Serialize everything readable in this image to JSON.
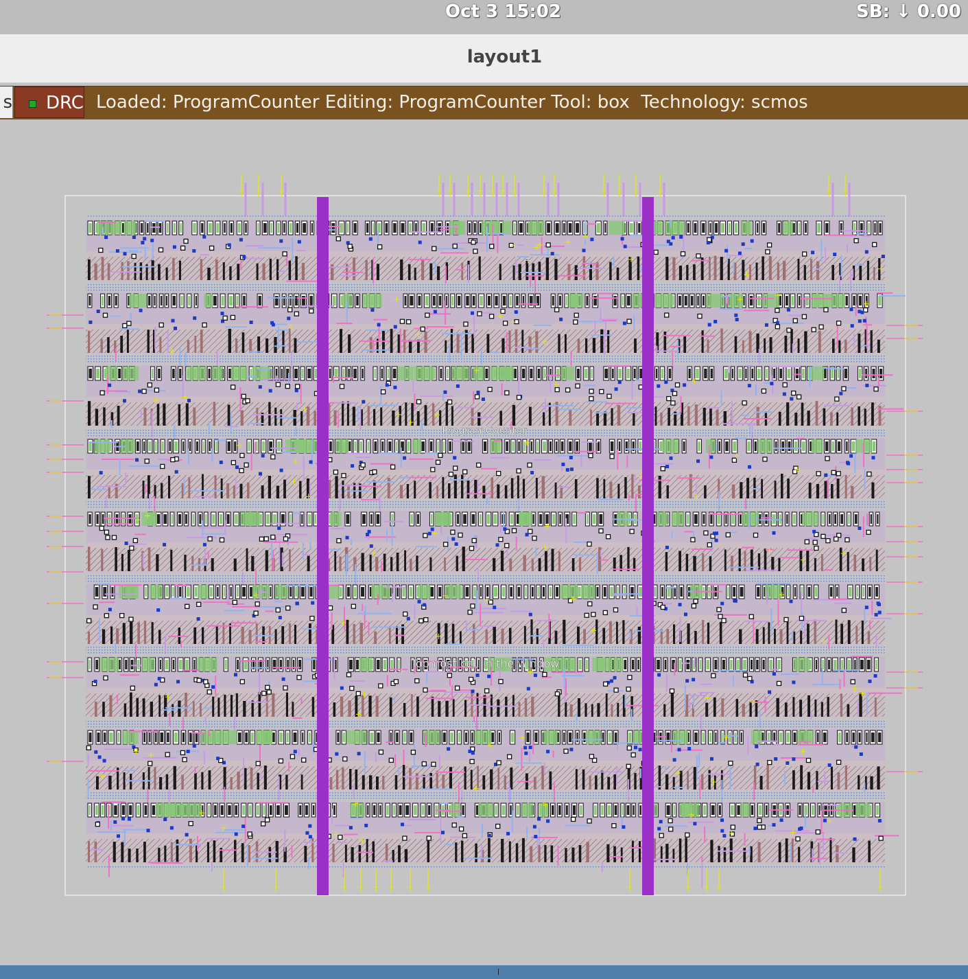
{
  "system_bar": {
    "clock": "Oct 3  15:02",
    "indicator": "SB: ↓ 0.00"
  },
  "window": {
    "title": "layout1"
  },
  "status_bar": {
    "left_tab": "s",
    "drc_label": "DRC",
    "loaded_label": "Loaded: ProgramCounter",
    "editing_label": "Editing: ProgramCounter",
    "tool_label": "Tool: box",
    "technology_label": "Technology: scmos"
  },
  "layout": {
    "cell_name": "ProgramCounter",
    "window_message": "Topmost cell in the window",
    "colors": {
      "background": "#c4c4c4",
      "cell_boundary": "#ffffff",
      "power_rail": "#9b30c8",
      "metal1": "#8fb4f0",
      "metal2": "#c89ae6",
      "poly": "#f070c8",
      "diffusion_p": "#a07070",
      "diffusion_n": "#8ac878",
      "contact": "#1a1a1a",
      "via": "#1a3ac8",
      "label_pin": "#e8e800"
    }
  }
}
